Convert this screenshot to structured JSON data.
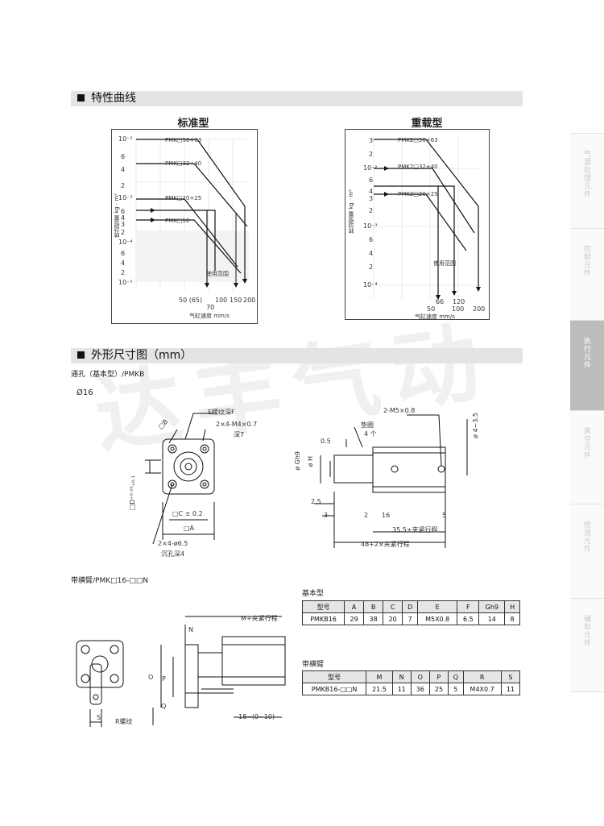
{
  "sections": {
    "characteristic_curve": "特性曲线",
    "dimension_drawing": "外形尺寸图（mm）"
  },
  "charts": {
    "standard": {
      "title": "标准型",
      "ylabel": "转动惯量 kg · m²",
      "xlabel": "气缸速度  mm/s",
      "ytick_labels": [
        "10⁻²",
        "6",
        "4",
        "2",
        "10⁻³",
        "6",
        "4",
        "3",
        "2",
        "10⁻⁴",
        "6",
        "4",
        "2",
        "10⁻⁵"
      ],
      "xtick_labels": [
        "50 (65)",
        "100",
        "150",
        "200"
      ],
      "x_extra": "70",
      "series_labels": [
        "PMK□50+63",
        "PMK□32+40",
        "PMK□20+25",
        "PMK□16"
      ],
      "range_label": "使用范围"
    },
    "heavy": {
      "title": "重载型",
      "ylabel": "转动惯量 kg · m²",
      "xlabel": "气缸速度  mm/s",
      "ytick_labels": [
        "3",
        "2",
        "10⁻²",
        "6",
        "4",
        "3",
        "2",
        "10⁻³",
        "6",
        "4",
        "2",
        "10⁻⁴"
      ],
      "xtick_labels_top": [
        "66",
        "120"
      ],
      "xtick_labels": [
        "50",
        "100",
        "200"
      ],
      "series_labels": [
        "PMK2□50+63",
        "PMK2□32+40",
        "PMK2□20+25"
      ],
      "range_label": "使用范围"
    }
  },
  "drawing": {
    "subtitle": "通孔（基本型）/PMKB",
    "bore": "Ø16",
    "labels": {
      "e_thread": "E螺纹深F",
      "mounting_thread": "2×4-M4×0.7",
      "depth7": "深7",
      "b": "□B",
      "d": "□D⁺⁰·⁰⁵₊₀.₁",
      "c": "□C ± 0.2",
      "a": "□A",
      "counterbore": "2×4-ø6.5",
      "counterbore_depth": "沉孔深4",
      "washer": "垫圈",
      "washer_qty": "4 个",
      "m5": "2-M5×0.8",
      "phi35": "ø 4~3.5",
      "gh9": "ø Gh9",
      "h": "ø H",
      "d05": "0.5",
      "d25": "2.5",
      "d3": "3",
      "d2": "2",
      "d16": "16",
      "d5": "5",
      "len1": "35.5+夹紧行程",
      "len2": "48+2×夹紧行程"
    },
    "arm_subtitle": "带横臂/PMK□16-□□N",
    "arm_labels": {
      "mstroke": "M+夹紧行程",
      "n": "N",
      "o": "O",
      "p": "P",
      "q": "Q",
      "s": "S",
      "r": "R螺纹",
      "stroke": "18−(0~10)"
    }
  },
  "tables": {
    "basic": {
      "title": "基本型",
      "headers": [
        "型号",
        "A",
        "B",
        "C",
        "D",
        "E",
        "F",
        "Gh9",
        "H"
      ],
      "rows": [
        [
          "PMKB16",
          "29",
          "38",
          "20",
          "7",
          "M5X0.8",
          "6.5",
          "14",
          "8"
        ]
      ]
    },
    "arm": {
      "title": "带横臂",
      "headers": [
        "型号",
        "M",
        "N",
        "O",
        "P",
        "Q",
        "R",
        "S"
      ],
      "rows": [
        [
          "PMKB16-□□N",
          "21.5",
          "11",
          "36",
          "25",
          "5",
          "M4X0.7",
          "11"
        ]
      ]
    }
  },
  "side_nav": [
    "气源处理元件",
    "控制元件",
    "执行元件",
    "真空元件",
    "检测元件",
    "辅助元件"
  ],
  "watermark": "达丰气动"
}
